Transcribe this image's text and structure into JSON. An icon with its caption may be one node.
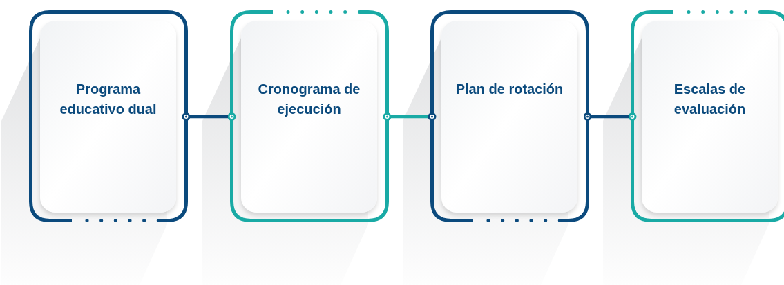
{
  "diagram": {
    "nodes": [
      {
        "text": [
          "Programa educativo dual"
        ]
      },
      {
        "text": [
          "Cronograma de ejecución"
        ]
      },
      {
        "text": [
          "Plan de rotación"
        ]
      },
      {
        "text": [
          "Escalas de evaluación"
        ]
      }
    ],
    "edges": [
      {
        "from": 0,
        "to": 1,
        "arrow": "other"
      },
      {
        "from": 1,
        "to": 2,
        "arrow": "other",
        "color": "#19aaa5"
      },
      {
        "from": 2,
        "to": 3,
        "arrow": "other"
      }
    ]
  }
}
